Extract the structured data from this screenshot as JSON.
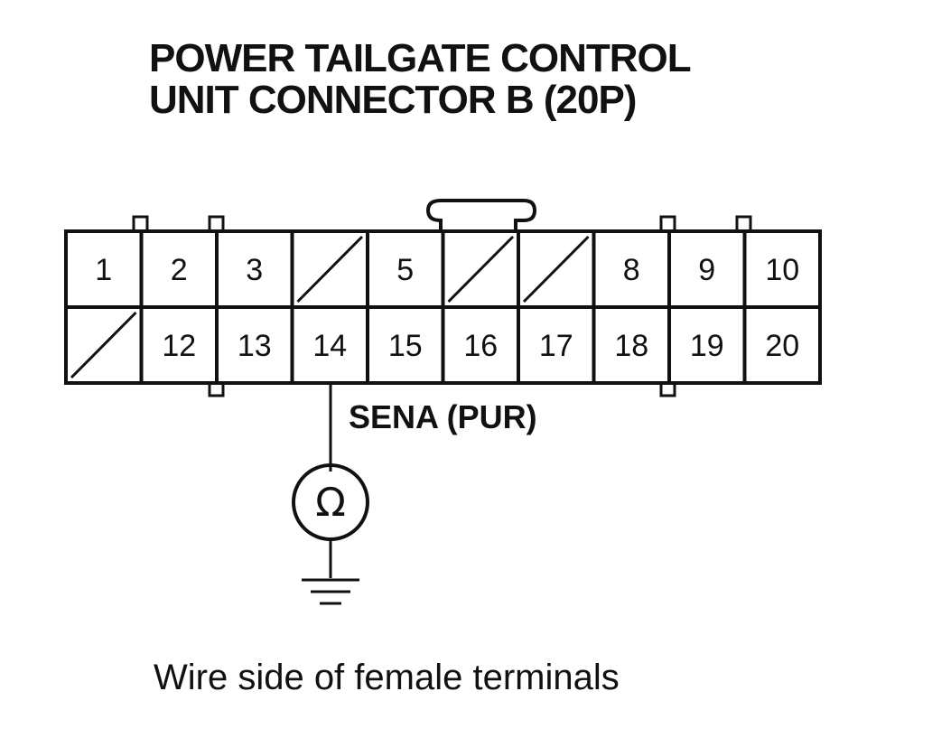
{
  "title": {
    "line1": "POWER TAILGATE CONTROL",
    "line2": "UNIT CONNECTOR B (20P)"
  },
  "connector": {
    "top_row": [
      "1",
      "2",
      "3",
      "",
      "5",
      "",
      "",
      "8",
      "9",
      "10"
    ],
    "bottom_row": [
      "",
      "12",
      "13",
      "14",
      "15",
      "16",
      "17",
      "18",
      "19",
      "20"
    ],
    "unused_top": [
      4,
      6,
      7
    ],
    "unused_bottom": [
      11
    ]
  },
  "wire": {
    "label": "SENA (PUR)",
    "terminal": "14"
  },
  "meter": {
    "symbol": "Ω",
    "icon": "ohmmeter-icon",
    "ground_icon": "ground-icon"
  },
  "caption": "Wire side of female terminals"
}
